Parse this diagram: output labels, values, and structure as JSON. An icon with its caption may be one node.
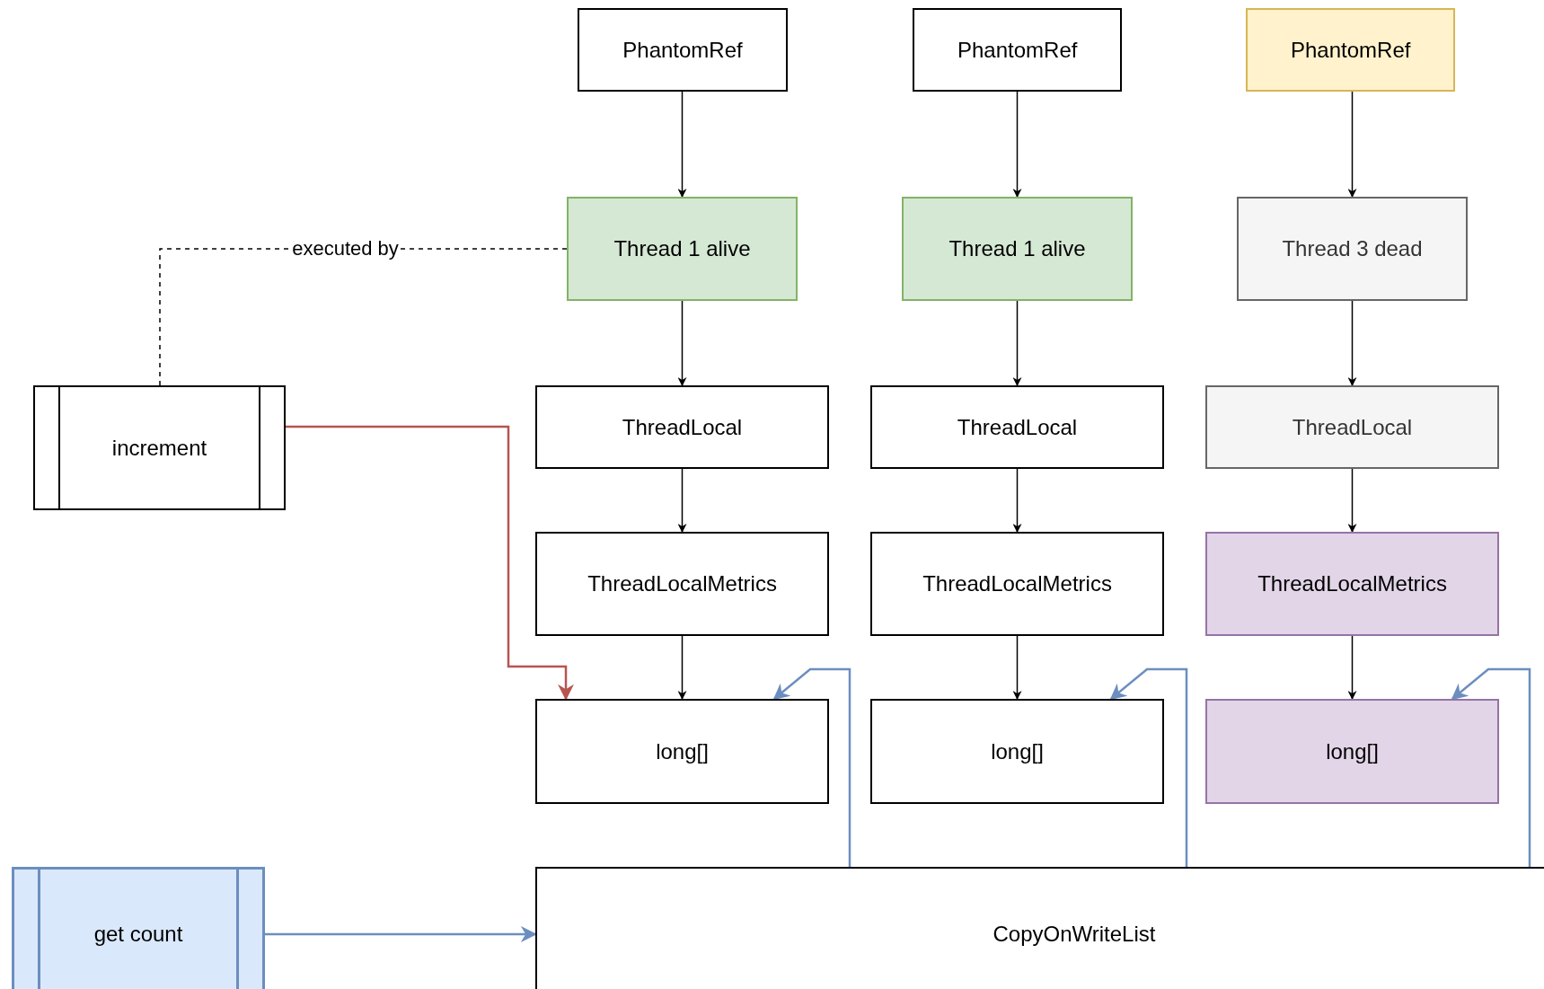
{
  "diagram": {
    "nodes": [
      {
        "text": [
          "PhantomRef"
        ]
      },
      {
        "text": [
          "PhantomRef"
        ]
      },
      {
        "text": [
          "PhantomRef"
        ]
      },
      {
        "text": [
          "Thread 1 alive"
        ]
      },
      {
        "text": [
          "Thread 1 alive"
        ]
      },
      {
        "text": [
          "Thread 3 dead"
        ]
      },
      {
        "text": [
          "ThreadLocal"
        ]
      },
      {
        "text": [
          "ThreadLocal"
        ]
      },
      {
        "text": [
          "ThreadLocal"
        ]
      },
      {
        "text": [
          "ThreadLocalMetrics"
        ]
      },
      {
        "text": [
          "ThreadLocalMetrics"
        ]
      },
      {
        "text": [
          "ThreadLocalMetrics"
        ]
      },
      {
        "text": [
          "long[]"
        ]
      },
      {
        "text": [
          "long[]"
        ]
      },
      {
        "text": [
          "long[]"
        ]
      },
      {
        "text": [
          "increment"
        ]
      },
      {
        "text": [
          "get count"
        ]
      },
      {
        "text": [
          "CopyOnWriteList"
        ]
      }
    ],
    "edges": [
      {
        "from": 0,
        "to": 3,
        "arrow": "to"
      },
      {
        "from": 1,
        "to": 4,
        "arrow": "to"
      },
      {
        "from": 2,
        "to": 5,
        "arrow": "to"
      },
      {
        "from": 3,
        "to": 6,
        "arrow": "to"
      },
      {
        "from": 4,
        "to": 7,
        "arrow": "to"
      },
      {
        "from": 5,
        "to": 8,
        "arrow": "to"
      },
      {
        "from": 6,
        "to": 9,
        "arrow": "to"
      },
      {
        "from": 7,
        "to": 10,
        "arrow": "to"
      },
      {
        "from": 8,
        "to": 11,
        "arrow": "to"
      },
      {
        "from": 9,
        "to": 12,
        "arrow": "to"
      },
      {
        "from": 10,
        "to": 13,
        "arrow": "to"
      },
      {
        "from": 11,
        "to": 14,
        "arrow": "to"
      },
      {
        "from": 15,
        "to": 3,
        "arrow": "none",
        "label": "executed by",
        "style": "dashed"
      },
      {
        "from": 15,
        "to": 12,
        "arrow": "to",
        "color": "#b85450"
      },
      {
        "from": 16,
        "to": 17,
        "arrow": "to",
        "color": "#6c8ebf"
      },
      {
        "from": 17,
        "to": 12,
        "arrow": "to",
        "color": "#6c8ebf"
      },
      {
        "from": 17,
        "to": 13,
        "arrow": "to",
        "color": "#6c8ebf"
      },
      {
        "from": 17,
        "to": 14,
        "arrow": "to",
        "color": "#6c8ebf"
      }
    ]
  }
}
